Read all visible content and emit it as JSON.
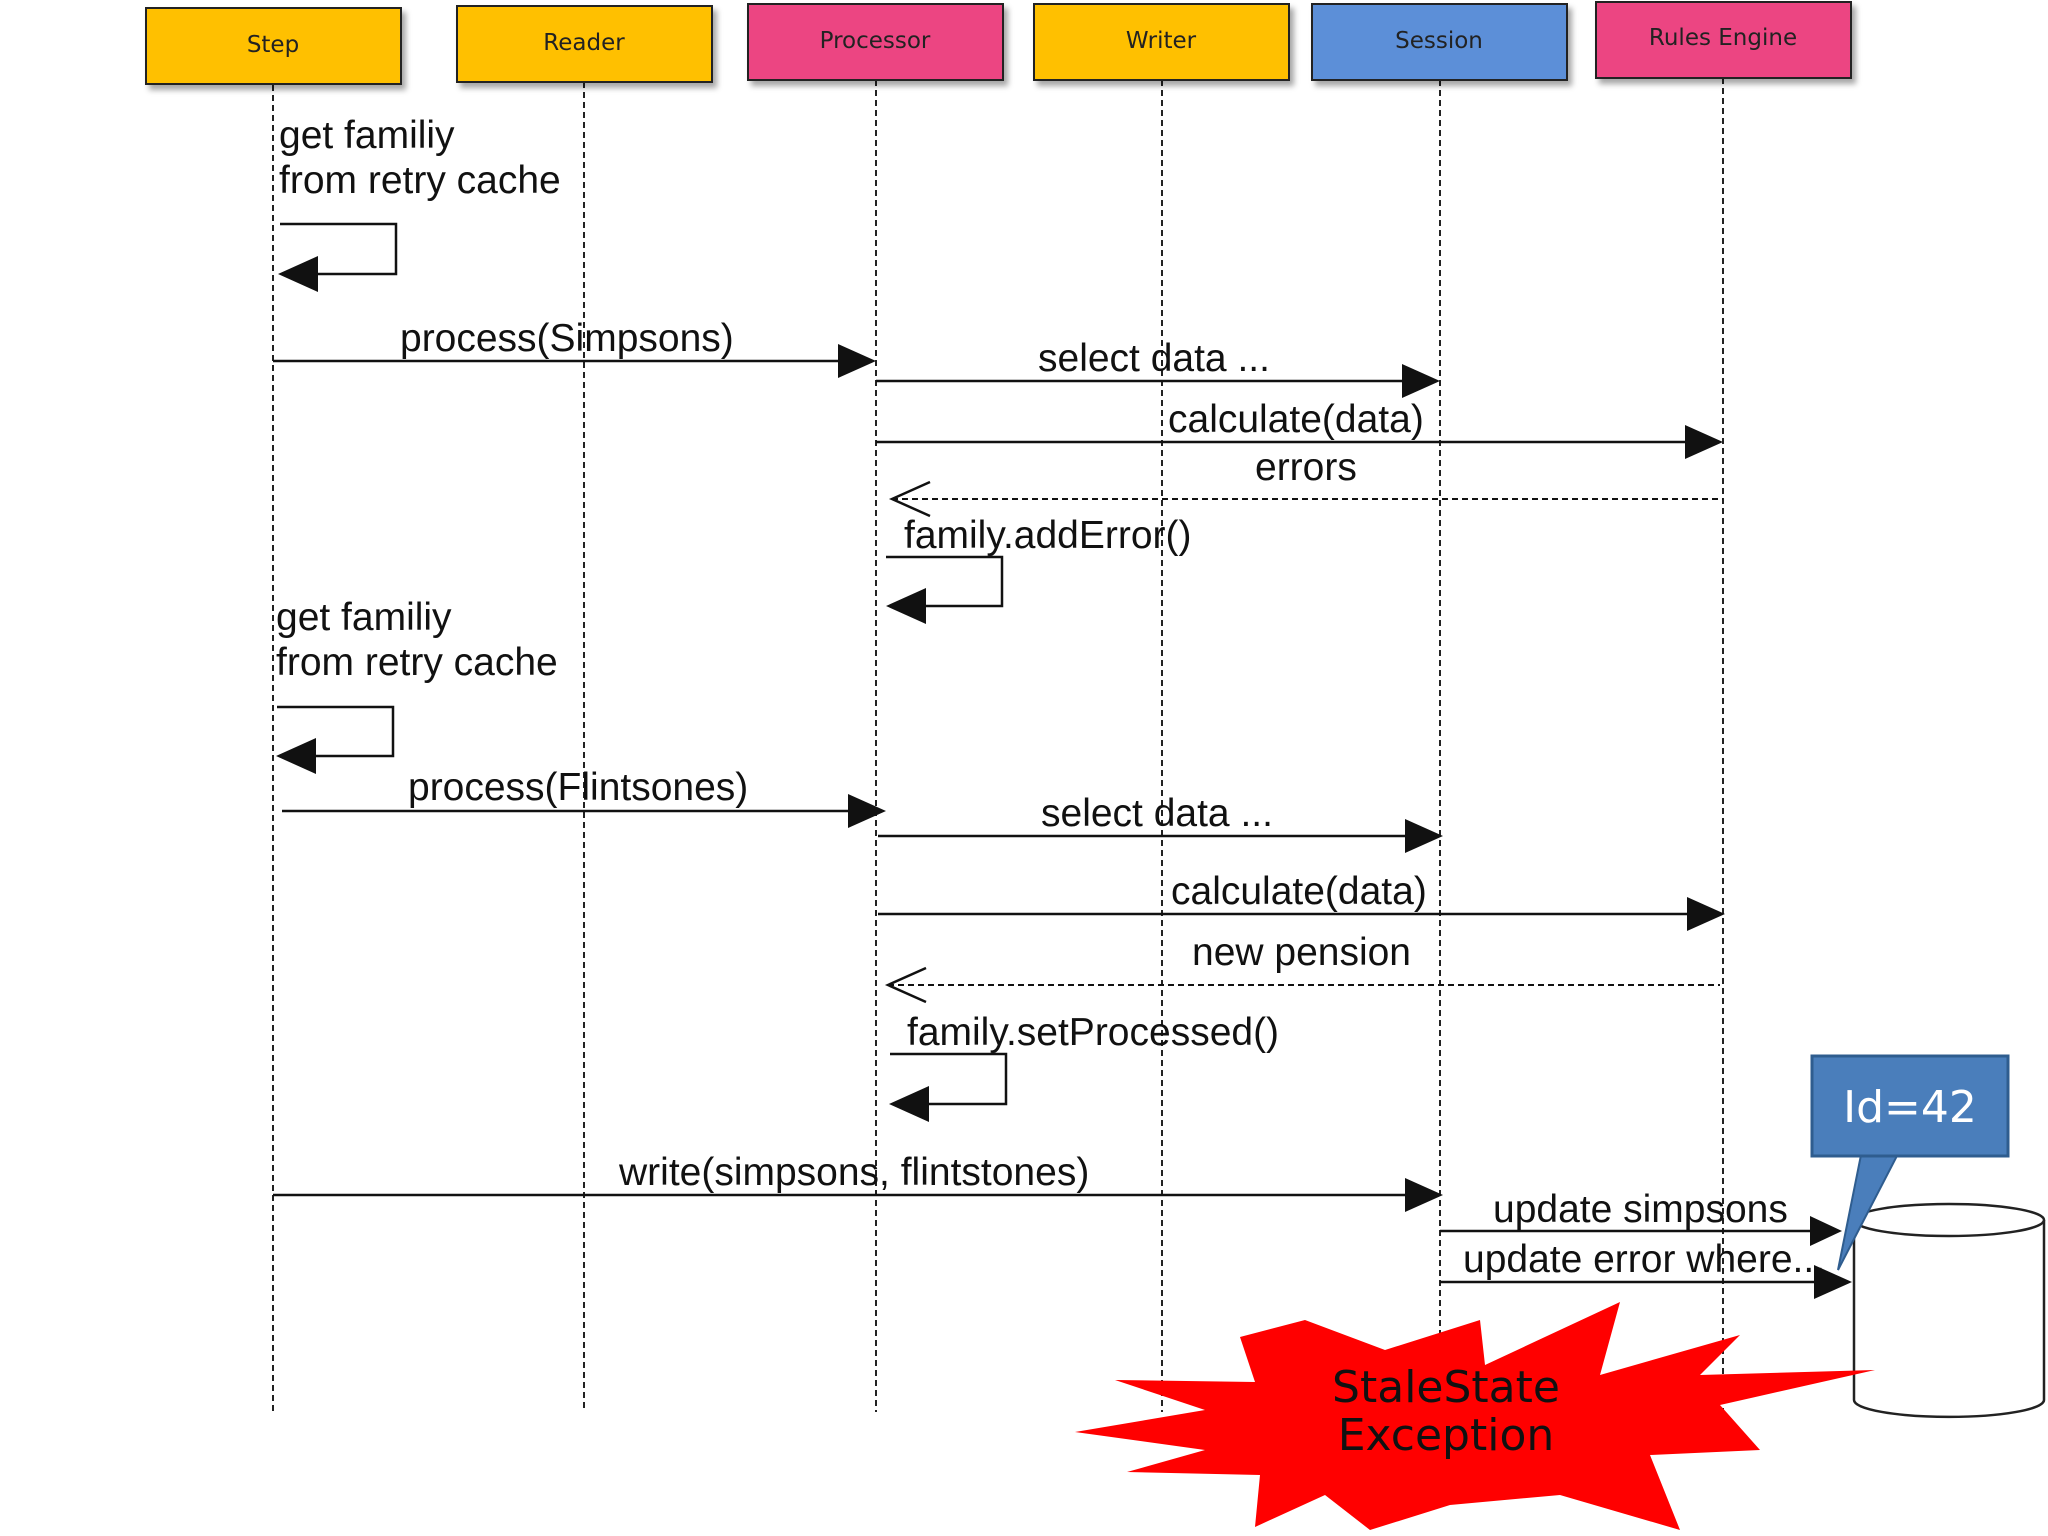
{
  "participants": [
    {
      "id": "step",
      "label": "Step",
      "color": "#FFC000"
    },
    {
      "id": "reader",
      "label": "Reader",
      "color": "#FFC000"
    },
    {
      "id": "processor",
      "label": "Processor",
      "color": "#EC4482"
    },
    {
      "id": "writer",
      "label": "Writer",
      "color": "#FFC000"
    },
    {
      "id": "session",
      "label": "Session",
      "color": "#5B8FD8"
    },
    {
      "id": "rules",
      "label": "Rules Engine",
      "color": "#EC4482"
    }
  ],
  "messages": {
    "m1": [
      "get familiy",
      "from retry cache"
    ],
    "m2": "process(Simpsons)",
    "m3": "select data ...",
    "m4": "calculate(data)",
    "m5": "errors",
    "m6": "family.addError()",
    "m7": [
      "get familiy",
      "from retry cache"
    ],
    "m8": "process(Flintsones)",
    "m9": "select data ...",
    "m10": "calculate(data)",
    "m11": "new pension",
    "m12": "family.setProcessed()",
    "m13": "write(simpsons, flintstones)",
    "m14": "update simpsons",
    "m15": "update error where..."
  },
  "callout": {
    "label": "Id=42",
    "color": "#4A7EBB"
  },
  "exception": {
    "lines": [
      "StaleState",
      "Exception"
    ],
    "color": "#FF0000"
  }
}
